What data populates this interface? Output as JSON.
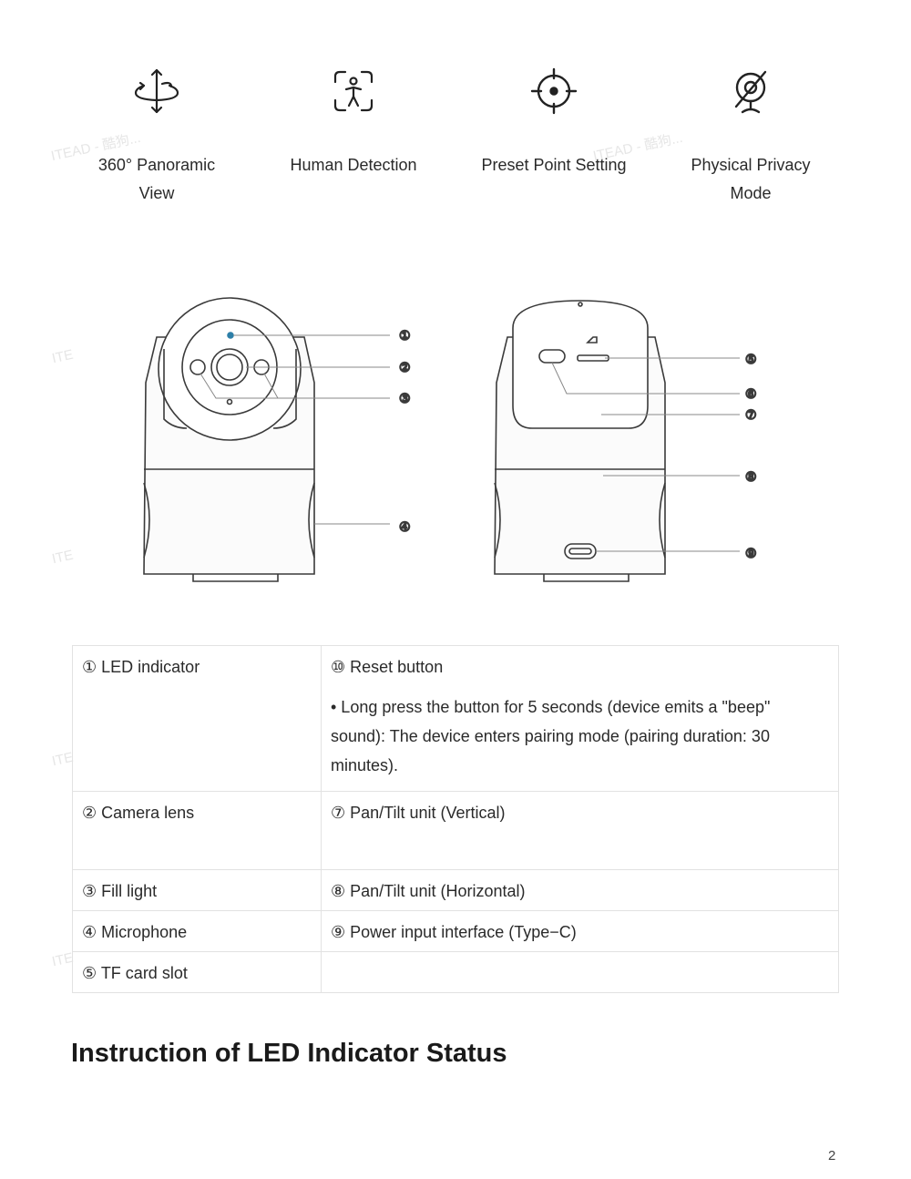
{
  "features": [
    {
      "icon": "rotate-360-icon",
      "lines": [
        "360° Panoramic",
        "View"
      ]
    },
    {
      "icon": "human-detection-icon",
      "lines": [
        "Human Detection"
      ]
    },
    {
      "icon": "crosshair-icon",
      "lines": [
        "Preset Point Setting"
      ]
    },
    {
      "icon": "privacy-off-icon",
      "lines": [
        "Physical Privacy",
        "Mode"
      ]
    }
  ],
  "callouts": {
    "c1": "①",
    "c2": "②",
    "c3": "③",
    "c4": "④",
    "c5": "⑤",
    "c6": "⑥",
    "c7": "⑦",
    "c8": "⑧",
    "c9": "⑨"
  },
  "specs": {
    "led": "① LED indicator",
    "reset": "⑩ Reset button",
    "reset_desc": "• Long press the button for 5 seconds (device emits a \"beep\" sound): The device enters pairing mode (pairing duration: 30 minutes).",
    "lens": "② Camera lens",
    "pantilt_v": "⑦ Pan/Tilt unit (Vertical)",
    "fill": "③ Fill light",
    "pantilt_h": "⑧ Pan/Tilt unit (Horizontal)",
    "mic": "④ Microphone",
    "power": "⑨ Power input interface (Type−C)",
    "tf": "⑤ TF card slot"
  },
  "heading": "Instruction of LED Indicator Status",
  "page_number": "2",
  "watermarks": [
    "ITEAD - 酷狗...",
    "ITEAD - 酷狗...",
    "ITE",
    "ITE",
    "ITE",
    "ITE"
  ]
}
